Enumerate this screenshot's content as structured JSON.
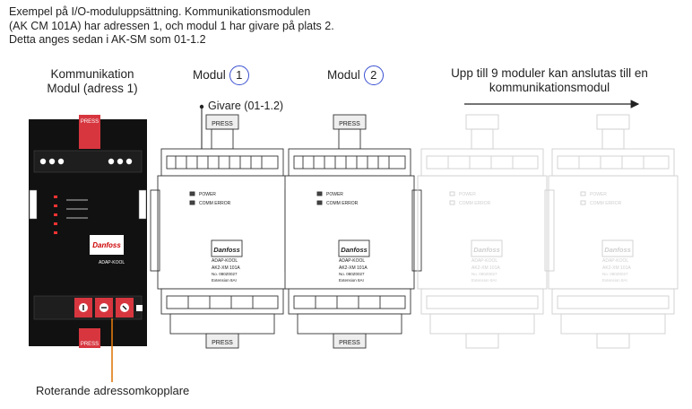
{
  "intro_lines": [
    "Exempel på I/O-moduluppsättning. Kommunikationsmodulen",
    "(AK CM 101A) har adressen 1, och modul 1 har givare på plats 2.",
    "Detta anges sedan i AK-SM som 01-1.2"
  ],
  "labels": {
    "comm_module": [
      "Kommunikation",
      "Modul (adress 1)"
    ],
    "module_word": "Modul",
    "module1_number": "1",
    "module2_number": "2",
    "sensor": "Givare (01-1.2)",
    "up_to_9": [
      "Upp till 9 moduler kan anslutas till en",
      "kommunikationsmodul"
    ],
    "rotary_switch": "Roterande adressomkopplare"
  },
  "module_text": {
    "press": "PRESS",
    "power": "POWER",
    "comm_error": "COMM ERROR",
    "brand": "Danfoss",
    "adap": "ADAP-KOOL",
    "model": "AK2-XM 101A",
    "code": "No. 080Z0027",
    "ext": "Extension 8AI"
  }
}
